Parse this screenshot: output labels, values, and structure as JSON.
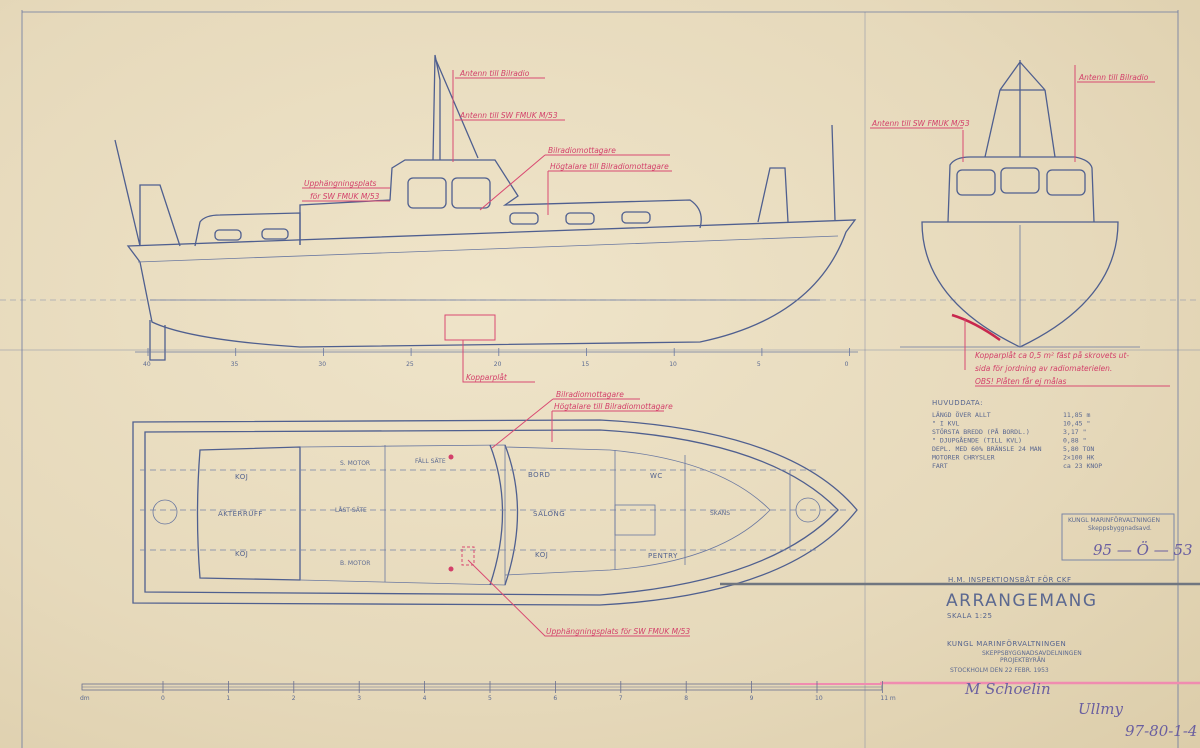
{
  "profile_view": {
    "annotations": {
      "antenna_bilradio": "Antenn till Bilradio",
      "antenna_swfmuk": "Antenn till SW FMUK M/53",
      "mount_plate_line1": "Upphängningsplats",
      "mount_plate_line2": "för SW FMUK M/53",
      "bilradio_receiver": "Bilradiomottagare",
      "speaker": "Högtalare till Bilradiomottagare",
      "copper_plate": "Kopparplåt"
    },
    "stations": [
      "40",
      "35",
      "30",
      "25",
      "20",
      "15",
      "10",
      "5",
      "0"
    ]
  },
  "front_view": {
    "annotations": {
      "antenna_swfmuk": "Antenn till SW FMUK M/53",
      "antenna_bilradio": "Antenn till Bilradio"
    },
    "copper_note": [
      "Kopparplåt ca 0,5 m² fäst på skrovets ut-",
      "sida för jordning av radiomaterielen.",
      "OBS! Plåten får ej målas"
    ]
  },
  "plan_view": {
    "rooms": {
      "koj_port_aft": "KOJ",
      "akterruff": "AKTERRUFF",
      "koj_stbd_aft": "KOJ",
      "s_motor": "S. MOTOR",
      "b_motor": "B. MOTOR",
      "last_sate": "LÅST SÄTE",
      "fall_sate": "FÄLL SÄTE",
      "bord": "BORD",
      "salong": "SALONG",
      "koj_fwd": "KOJ",
      "wc": "WC",
      "pentry": "PENTRY",
      "skans": "SKANS"
    },
    "annotations": {
      "bilradio_receiver": "Bilradiomottagare",
      "speaker": "Högtalare till Bilradiomottagare",
      "mount_plate": "Upphängningsplats för SW FMUK M/53"
    }
  },
  "main_data": {
    "heading": "HUVUDDATA:",
    "rows": [
      {
        "label": "LÄNGD ÖVER ALLT",
        "value": "11,85 m"
      },
      {
        "label": "   \"   I KVL",
        "value": "10,45 \""
      },
      {
        "label": "STÖRSTA BREDD (PÅ BORDL.)",
        "value": "3,17 \""
      },
      {
        "label": "   \"   DJUPGÅENDE (TILL KVL)",
        "value": "0,88 \""
      },
      {
        "label": "DEPL. MED 60% BRÄNSLE 24 MAN",
        "value": "5,80 TON"
      },
      {
        "label": "MOTORER CHRYSLER",
        "value": "2×100 HK"
      },
      {
        "label": "FART",
        "value": "ca 23 KNOP"
      }
    ]
  },
  "stamp": {
    "line1": "KUNGL MARINFÖRVALTNINGEN",
    "line2": "Skeppsbyggnadsavd.",
    "number": "95 — Ö — 53"
  },
  "title_block": {
    "subtitle": "H.M. INSPEKTIONSBÅT FÖR CKF",
    "title": "ARRANGEMANG",
    "scale": "SKALA 1:25",
    "office": "KUNGL MARINFÖRVALTNINGEN",
    "department": "SKEPPSBYGGNADSAVDELNINGEN",
    "bureau": "PROJEKTBYRÅN",
    "place_date": "STOCKHOLM DEN 22 FEBR. 1953",
    "signature1": "M Schoelin",
    "signature2": "Ullmy",
    "archive_no": "97-80-1-4"
  },
  "scale_bar": {
    "unit_left": "dm",
    "labels": [
      "0",
      "1",
      "2",
      "3",
      "4",
      "5",
      "6",
      "7",
      "8",
      "9",
      "10",
      "11 m"
    ]
  },
  "colors": {
    "paper": "#e8dcc0",
    "ink_blue": "#4f5f8f",
    "ink_red": "#d94a72"
  }
}
